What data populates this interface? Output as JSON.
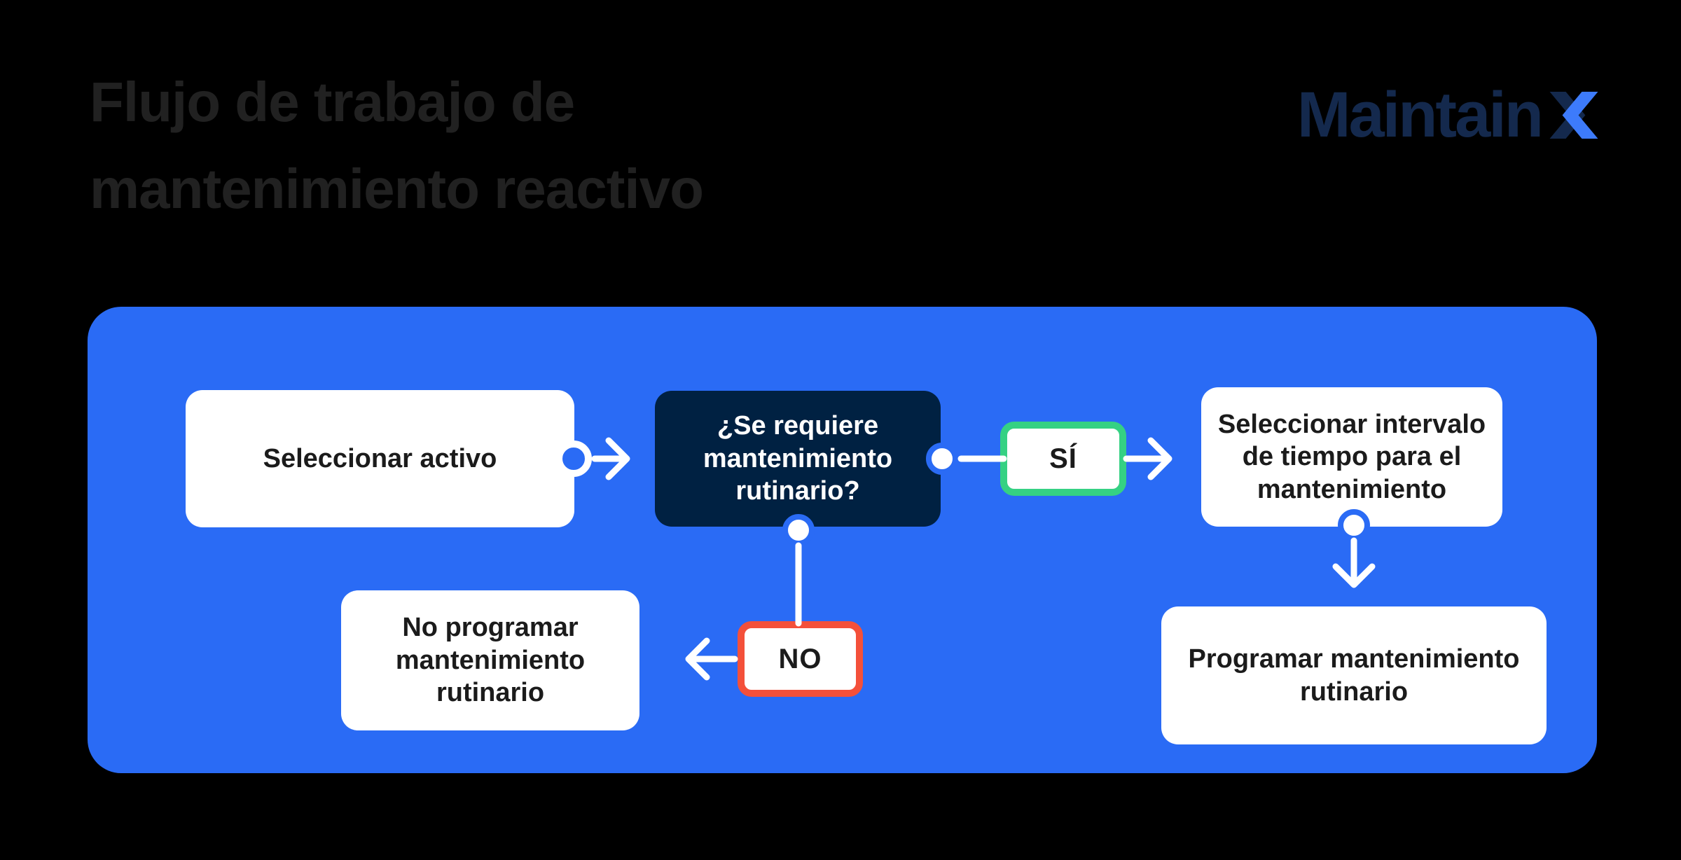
{
  "header": {
    "title_line1": "Flujo de trabajo de",
    "title_line2": "mantenimiento reactivo",
    "logo_text": "Maintain",
    "logo_x": "X"
  },
  "flowchart": {
    "nodes": [
      {
        "id": "select-asset",
        "label": "Seleccionar activo",
        "type": "process"
      },
      {
        "id": "question-routine-maintenance",
        "label": "¿Se requiere mantenimiento rutinario?",
        "type": "decision"
      },
      {
        "id": "branch-yes",
        "label": "SÍ",
        "type": "branch"
      },
      {
        "id": "branch-no",
        "label": "NO",
        "type": "branch"
      },
      {
        "id": "select-interval",
        "label": "Seleccionar intervalo de tiempo para el mantenimiento",
        "type": "process"
      },
      {
        "id": "no-schedule",
        "label": "No programar mantenimiento rutinario",
        "type": "process"
      },
      {
        "id": "schedule",
        "label": "Programar mantenimiento rutinario",
        "type": "process"
      }
    ],
    "colors": {
      "background_black": "#000000",
      "panel_blue": "#2A6BF5",
      "decision_navy": "#002142",
      "yes_green": "#35D183",
      "no_red": "#F4503A",
      "node_white": "#FFFFFF",
      "node_text": "#1B1B1B",
      "title_gray": "#212121",
      "logo_navy": "#14294D",
      "logo_blue": "#3D7BFB"
    }
  }
}
